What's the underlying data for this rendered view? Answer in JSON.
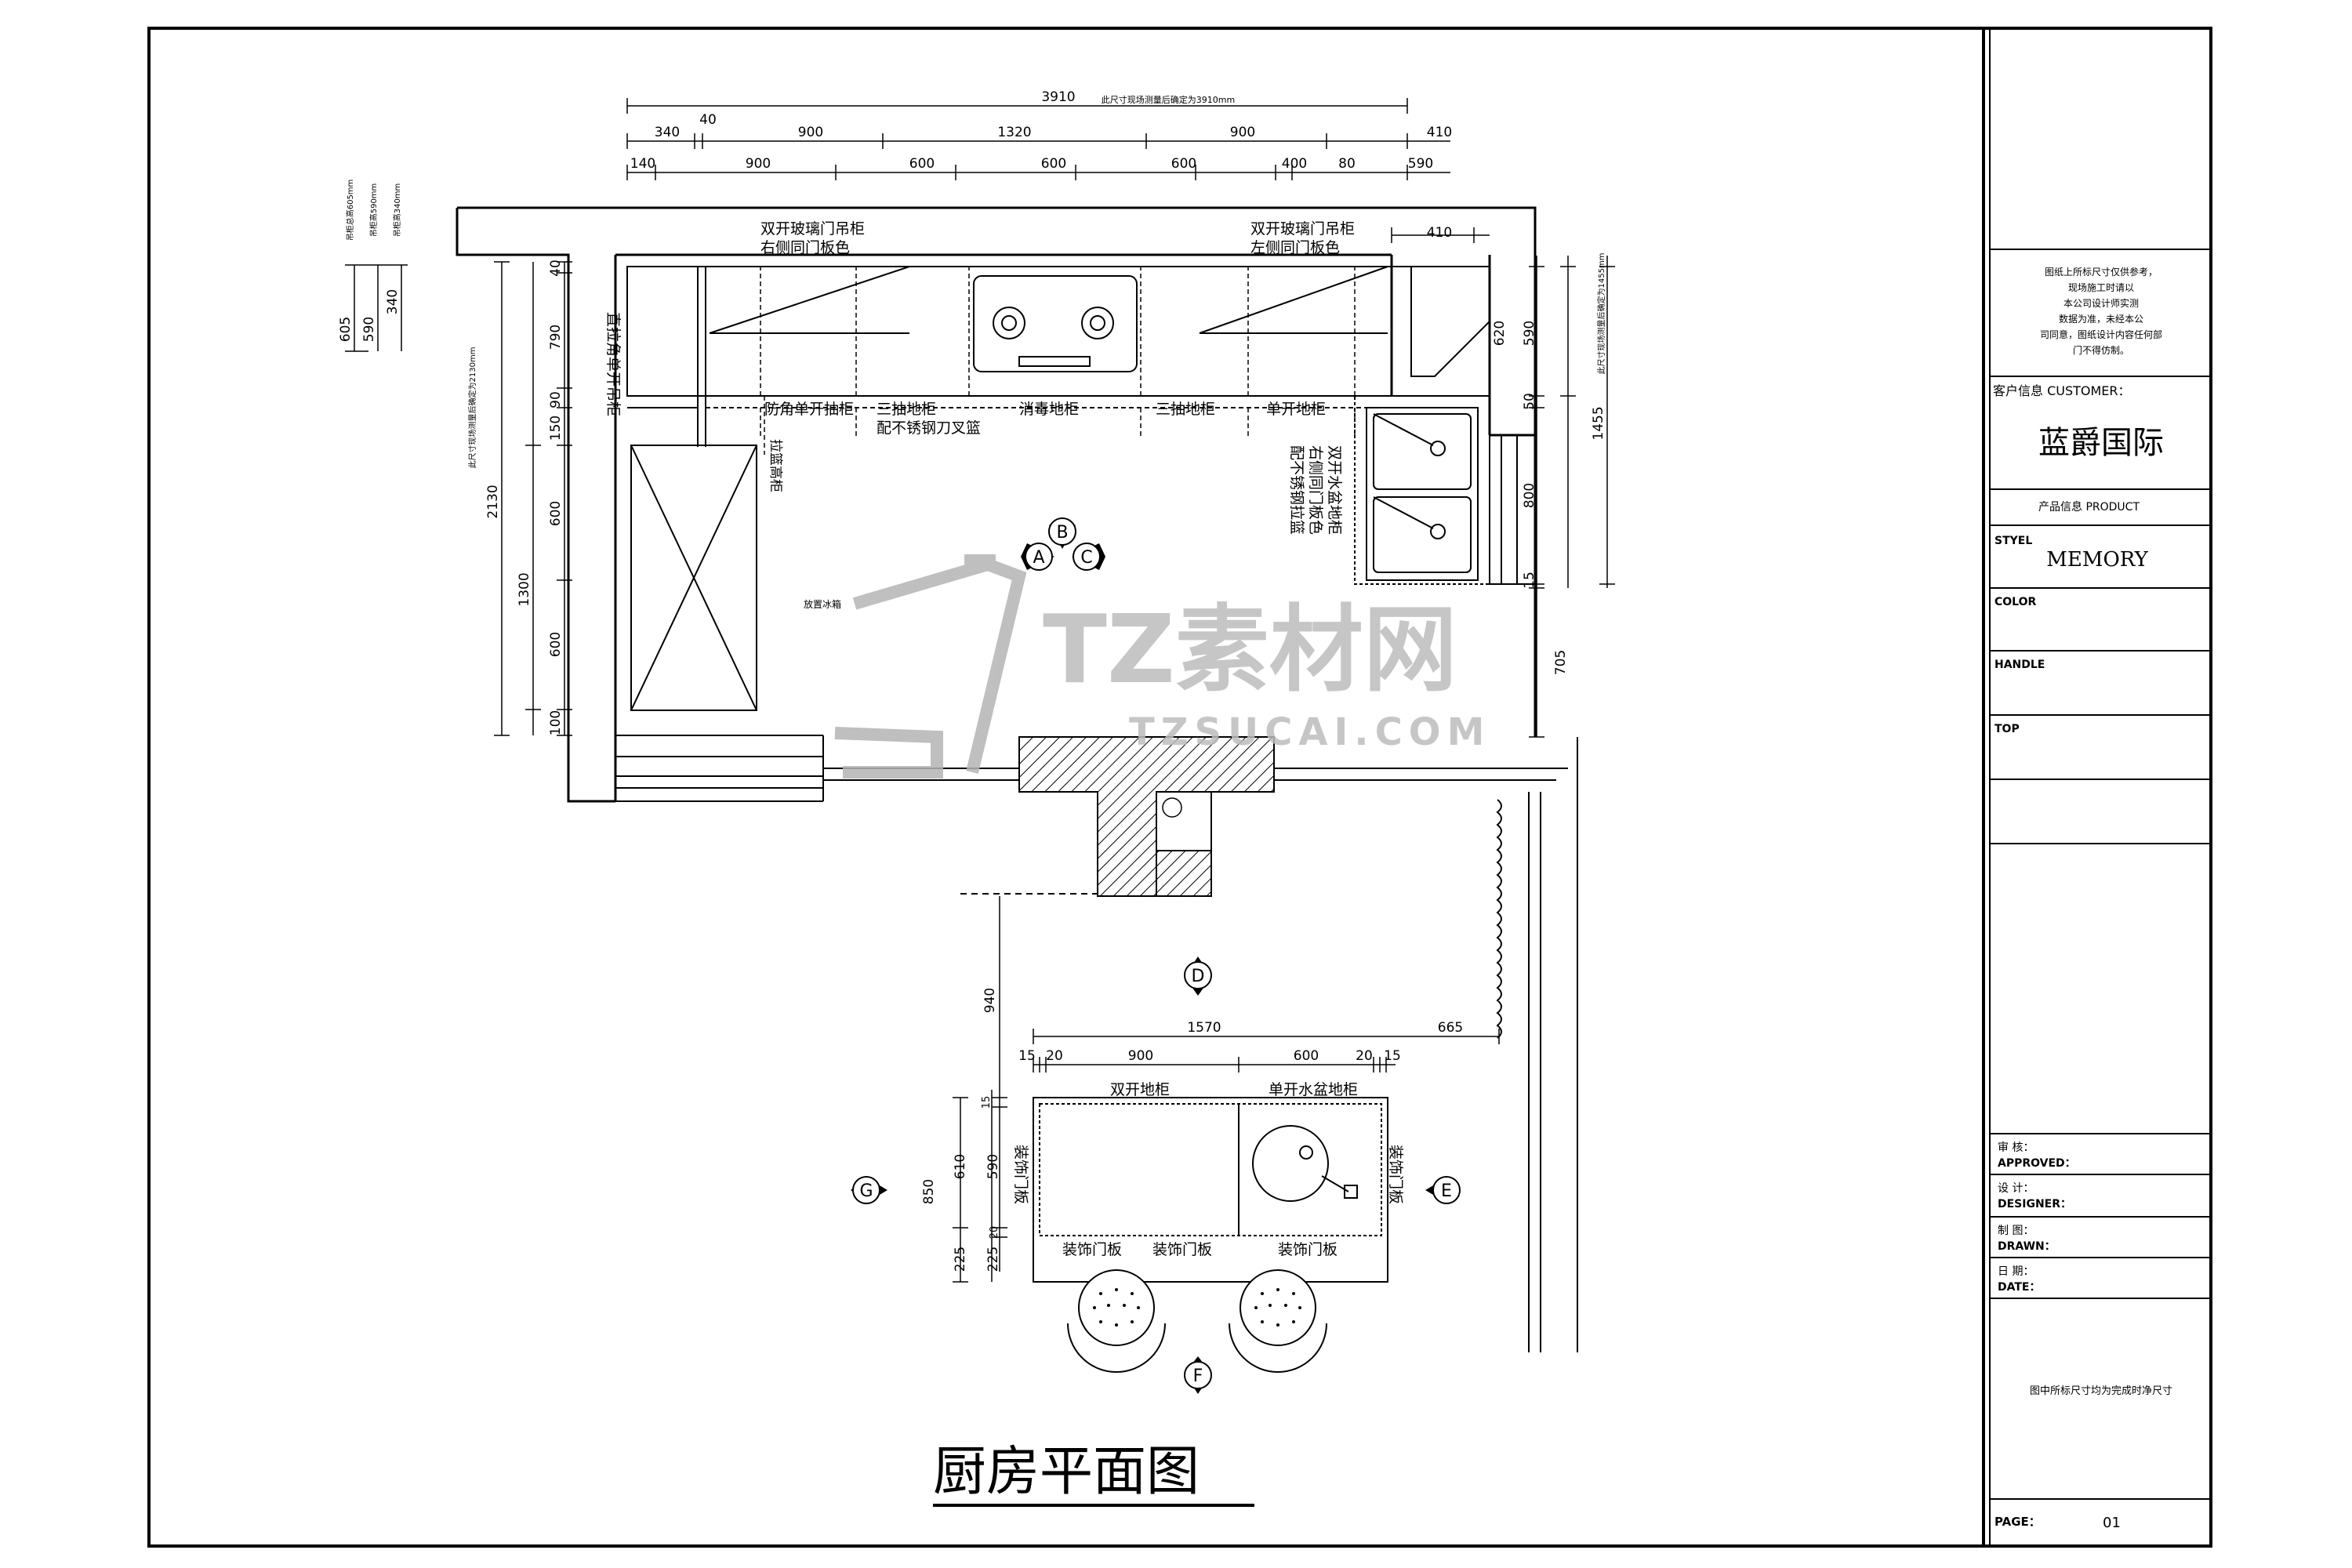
{
  "drawing": {
    "title": "厨房平面图",
    "dims": {
      "total_top": "3910",
      "total_note": "此尺寸现场测量后确定为3910mm",
      "row2": [
        "340",
        "40",
        "900",
        "1320",
        "900",
        "410"
      ],
      "row3": [
        "140",
        "900",
        "600",
        "600",
        "600",
        "400",
        "80",
        "590"
      ],
      "right_top": "410",
      "left_small": [
        "605",
        "590",
        "340"
      ],
      "left_small_notes": [
        "吊柜总高605mm",
        "吊柜高590mm",
        "吊柜高340mm"
      ],
      "left_col": [
        "40",
        "790",
        "90",
        "150",
        "600",
        "600",
        "100"
      ],
      "left_merge": [
        "1300"
      ],
      "left_total": "2130",
      "left_total_note": "此尺寸现场测量后确定为2130mm",
      "right_col": [
        "590",
        "620",
        "50",
        "800",
        "15",
        "705"
      ],
      "right_total": "1455",
      "right_total_note": "此尺寸现场测量后确定为1455mm",
      "island_top": "1570",
      "island_row": [
        "15",
        "20",
        "900",
        "600",
        "20",
        "15"
      ],
      "island_right": "665",
      "island_left": [
        "940",
        "850",
        "610",
        "225"
      ],
      "island_left2": [
        "15",
        "590",
        "20",
        "225"
      ]
    },
    "labels": {
      "upper_left": [
        "双开玻璃门吊柜",
        "右侧同门板色"
      ],
      "upper_right": [
        "双开玻璃门吊柜",
        "左侧同门板色"
      ],
      "corner_left": "防角单开抽柜",
      "three_drawer1": [
        "三抽地柜",
        "配不锈钢刀叉篮"
      ],
      "disinfect": "消毒地柜",
      "three_drawer2": "三抽地柜",
      "single_right": "单开地柜",
      "tall_vertical": "直拉角单开吊柜",
      "pull_vertical": "拉篮高柜",
      "sink_vertical": [
        "双开水盆地柜",
        "右侧同门板色",
        "配不锈钢拉篮"
      ],
      "fridge": "放置冰箱",
      "island_double": "双开地柜",
      "island_single": "单开水盆地柜",
      "deco": "装饰门板"
    },
    "markers": [
      "A",
      "B",
      "C",
      "D",
      "E",
      "F",
      "G"
    ]
  },
  "watermark": {
    "main": "TZ素材网",
    "sub": "TZSUCAI.COM"
  },
  "title_block": {
    "note": [
      "图纸上所标尺寸仅供参考，",
      "现场施工时请以",
      "本公司设计师实测",
      "数据为准，未经本公",
      "司同意，图纸设计内容任何部",
      "门不得仿制。"
    ],
    "customer_label": "客户信息 CUSTOMER：",
    "customer_value": "蓝爵国际",
    "product_label": "产品信息 PRODUCT",
    "style_label": "STYEL",
    "style_value": "MEMORY",
    "color_label": "COLOR",
    "handle_label": "HANDLE",
    "top_label": "TOP",
    "approved_cn": "审 核：",
    "approved_en": "APPROVED：",
    "designer_cn": "设 计：",
    "designer_en": "DESIGNER：",
    "drawn_cn": "制 图：",
    "drawn_en": "DRAWN：",
    "date_cn": "日 期：",
    "date_en": "DATE：",
    "footnote": "图中所标尺寸均为完成时净尺寸",
    "page_label": "PAGE：",
    "page_value": "01"
  }
}
